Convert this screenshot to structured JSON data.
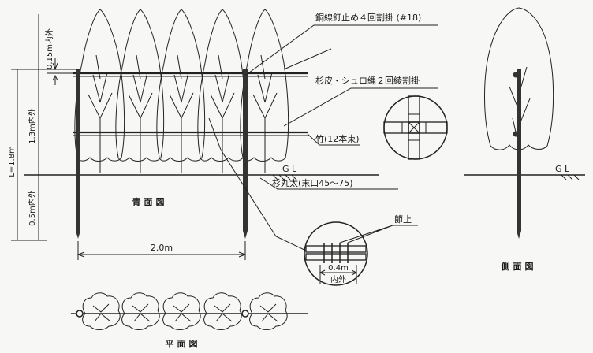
{
  "labels": {
    "wire": "銅線釘止め４回割掛 (#18)",
    "bark": "杉皮・シュロ縄２回綾割掛",
    "bamboo": "竹(12本束)",
    "gl_front": "G L",
    "post": "杉丸太(末口45～75)",
    "stopper": "節止",
    "gl_side": "G L",
    "dim_top": "0.15m内外",
    "dim_mid": "1.3m内外",
    "dim_total": "L=1.8m",
    "dim_bottom": "0.5m内外",
    "dim_span": "2.0m",
    "dim_detail": "0.4m",
    "dim_detail_sub": "内外"
  },
  "titles": {
    "front": "青面図",
    "side": "側面図",
    "plan": "平面図"
  }
}
